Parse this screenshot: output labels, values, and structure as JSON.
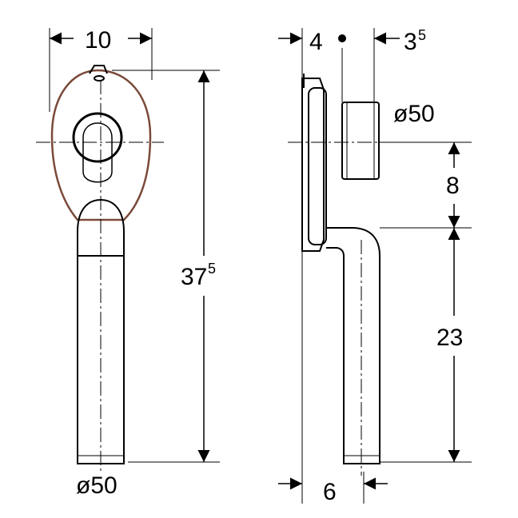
{
  "front_view": {
    "width_dim": "10",
    "height_dim_main": "37",
    "height_dim_sup": "5",
    "outlet_dia": "ø50"
  },
  "side_view": {
    "wall_dim": "4",
    "stub_dim_main": "3",
    "stub_dim_sup": "5",
    "stub_dia": "ø50",
    "elbow_dim": "8",
    "pipe_dim": "23",
    "offset_dim": "6"
  },
  "colors": {
    "line": "#000000",
    "outline_tint": "#7a4a3a"
  }
}
